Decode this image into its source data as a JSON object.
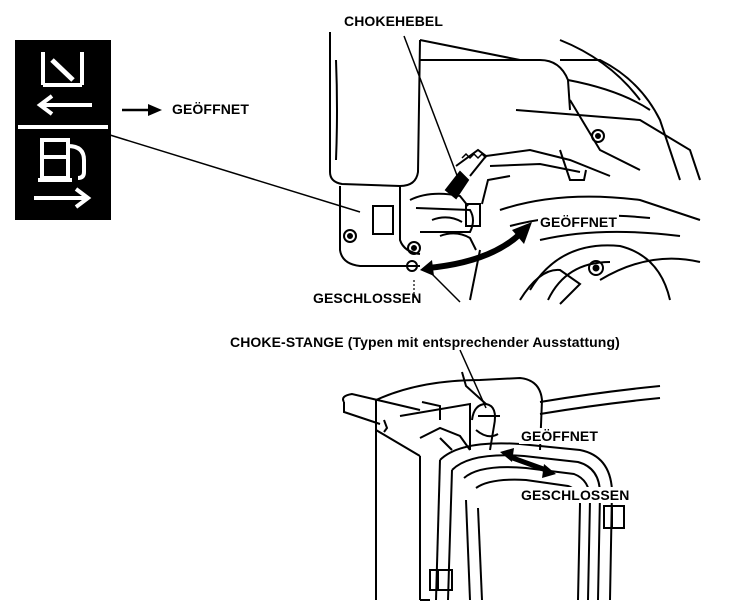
{
  "top_figure": {
    "choke_lever_label": "CHOKEHEBEL",
    "open_label_symbol": "GEÖFFNET",
    "open_label_lever": "GEÖFFNET",
    "closed_label": "GESCHLOSSEN"
  },
  "bottom_figure": {
    "choke_rod_label": "CHOKE-STANGE (Typen mit entsprechender Ausstattung)",
    "open_label": "GEÖFFNET",
    "closed_label": "GESCHLOSSEN"
  },
  "colors": {
    "ink": "#000000",
    "paper": "#ffffff",
    "engine_shade": "#d9d9d9"
  }
}
